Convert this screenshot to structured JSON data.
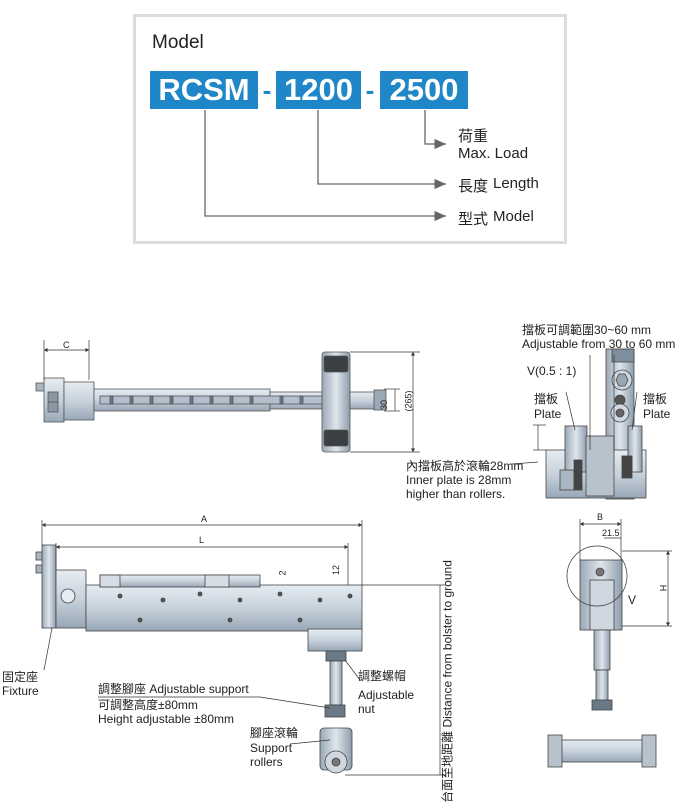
{
  "model": {
    "title": "Model",
    "code_parts": [
      "RCSM",
      "-",
      "1200",
      "-",
      "2500"
    ],
    "legend": [
      {
        "zh": "荷重",
        "en": "Max. Load"
      },
      {
        "zh": "長度",
        "en": "Length"
      },
      {
        "zh": "型式",
        "en": "Model"
      }
    ]
  },
  "top_view": {
    "dim_c": "C",
    "dim_30": "30",
    "dim_265": "(265)",
    "inner_plate_zh": "內擋板高於滾輪28mm",
    "inner_plate_en1": "Inner plate is 28mm",
    "inner_plate_en2": "higher than rollers."
  },
  "detail_view": {
    "adjust_zh": "擋板可調範圍30~60 mm",
    "adjust_en": "Adjustable from 30 to 60 mm",
    "scale": "V(0.5 : 1)",
    "plate_zh": "擋板",
    "plate_en": "Plate"
  },
  "side_view": {
    "dim_a": "A",
    "dim_l": "L",
    "dim_2": "2",
    "dim_12": "12",
    "fixture_zh": "固定座",
    "fixture_en": "Fixture",
    "support_line": "調整腳座 Adjustable support",
    "height_zh": "可調整高度±80mm",
    "height_en": "Height adjustable ±80mm",
    "nut_zh": "調整螺帽",
    "nut_en1": "Adjustable",
    "nut_en2": "nut",
    "rollers_zh": "腳座滾輪",
    "rollers_en1": "Support",
    "rollers_en2": "rollers",
    "distance_label": "台面至地距離 Distance from bolster to ground"
  },
  "front_view": {
    "dim_b": "B",
    "dim_21_5": "21.5",
    "dim_h": "H",
    "view_v": "V"
  }
}
